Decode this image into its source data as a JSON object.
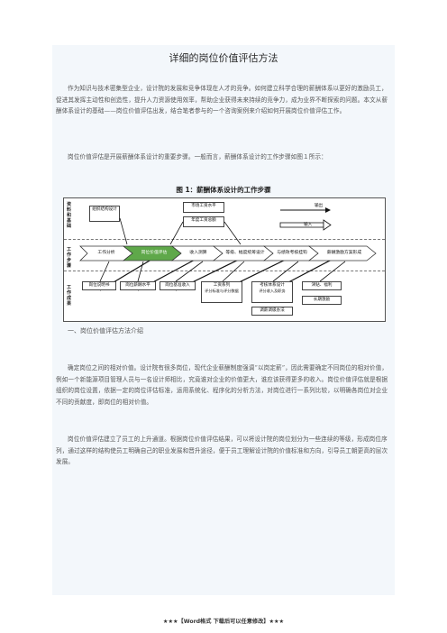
{
  "title": "详细的岗位价值评估方法",
  "intro": "作为知识与技术密集型企业，设计院的发展和竞争体现在人才的竞争。如何建立科学合理的薪酬体系以更好的激励员工，促进其发挥主动性和创造性，提升人力资源使用效率，帮助企业获得未来持续的竞争力，成为业界不断探索的问题。本文从薪酬体系设计的基础——岗位价值评估出发，结合笔者参与的一个咨询案例来介绍如何开展岗位价值评估工作。",
  "intro2": "岗位价值评估是开展薪酬体系设计的重要步骤。一般而言，薪酬体系设计的工作步骤如图１所示：",
  "figure": {
    "title": "图 1：薪酬体系设计的工作步骤",
    "band_labels": [
      "资料和基础",
      "工作步骤",
      "工作成果"
    ],
    "basis_boxes": [
      "组织结构设计",
      "市场工资水平",
      "年度工资总额"
    ],
    "legend": {
      "output": "输出",
      "input": "输入"
    },
    "steps": [
      "工作分析",
      "岗位价值评估",
      "收入测算",
      "等级、幅度统筹设计",
      "与绩效考核挂钩",
      "薪酬激励方案形成"
    ],
    "results": [
      "岗位说明书",
      "岗位薪酬水平",
      "岗位基准收入",
      "工资系列",
      "考核体系设计",
      "津贴、福利",
      "长期激励"
    ],
    "results_sub": [
      "评分标准与评分数据",
      "评分收入及职务",
      "调薪调级办法"
    ]
  },
  "section_heading": "一、岗位价值评估方法介绍",
  "body1": "确定岗位之间的相对价值。设计院有很多岗位，现代企业薪酬制度强调“以岗定薪”，因此需要确定不同岗位的相对价值，例如一个新能源项目管理人员与一名设计师相比，究竟谁对企业的价值更大，谁应该获得更多的收入。岗位价值评估就是根据组织的岗位设置，依据一定的岗位评估标准，运用系统化、程序化的分析方法，对岗位进行一系列比较，以明确各岗位对企业不同的贡献度，即岗位的相对价值。",
  "body2": "岗位价值评估建立了员工的上升通道。根据岗位价值评估结果，可以将设计院的岗位划分为一些连续的等级，形成岗位序列，通过这样的结构使员工明确自己的职业发展和晋升途径，便于员工理解设计院的价值标准和方向，引导员工朝更高的层次发展。",
  "footer": "★★★【Word格式 下载后可以任意修改】★★★",
  "colors": {
    "page_bg": "#f3f7fb",
    "highlight_step": "#5fa84a"
  }
}
